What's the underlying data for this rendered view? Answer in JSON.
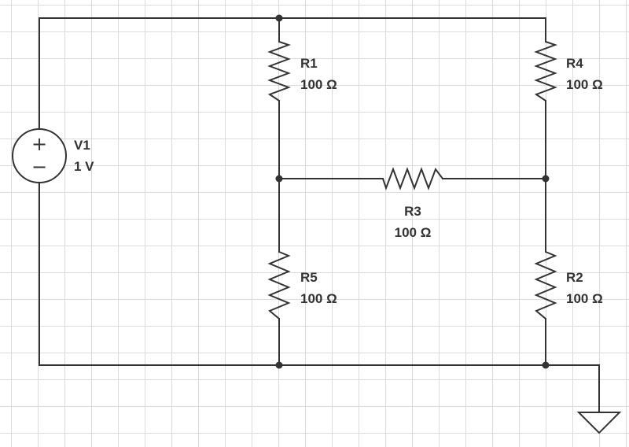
{
  "components": {
    "V1": {
      "name": "V1",
      "value": "1 V"
    },
    "R1": {
      "name": "R1",
      "value": "100 Ω"
    },
    "R2": {
      "name": "R2",
      "value": "100 Ω"
    },
    "R3": {
      "name": "R3",
      "value": "100 Ω"
    },
    "R4": {
      "name": "R4",
      "value": "100 Ω"
    },
    "R5": {
      "name": "R5",
      "value": "100 Ω"
    }
  },
  "source_symbols": {
    "plus": "+",
    "minus": "−"
  },
  "colors": {
    "wire": "#333333",
    "grid": "#dcdcdc",
    "background": "#ffffff"
  }
}
